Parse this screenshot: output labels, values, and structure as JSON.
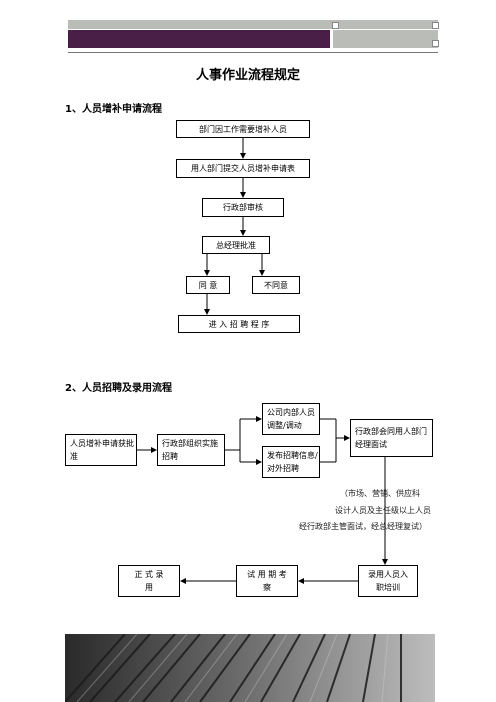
{
  "document": {
    "title": "人事作业流程规定",
    "section1": {
      "heading": "1、人员增补申请流程",
      "steps": [
        "部门因工作需要增补人员",
        "用人部门提交人员增补申请表",
        "行政部审核",
        "总经理批准"
      ],
      "approve": "同 意",
      "reject": "不同意",
      "final": "进 入 招 聘 程 序"
    },
    "section2": {
      "heading": "2、人员招聘及录用流程",
      "request": "人员增补申请获批准",
      "organize": "行政部组织实施招聘",
      "internal": "公司内部人员调整/调动",
      "external": "发布招聘信息/对外招聘",
      "interview": "行政部会同用人部门经理面试",
      "note_lines": [
        "（市场、营销、供应科",
        "设计人员及主任级以上人员",
        "经行政部主管面试，经总经理复试）"
      ],
      "training": "录用人员入职培训",
      "probation": "试 用 期 考   察",
      "formal": "正   式 录   用"
    }
  },
  "colors": {
    "header_purple": "#4a1f47",
    "header_grey": "#b9bcb7"
  }
}
